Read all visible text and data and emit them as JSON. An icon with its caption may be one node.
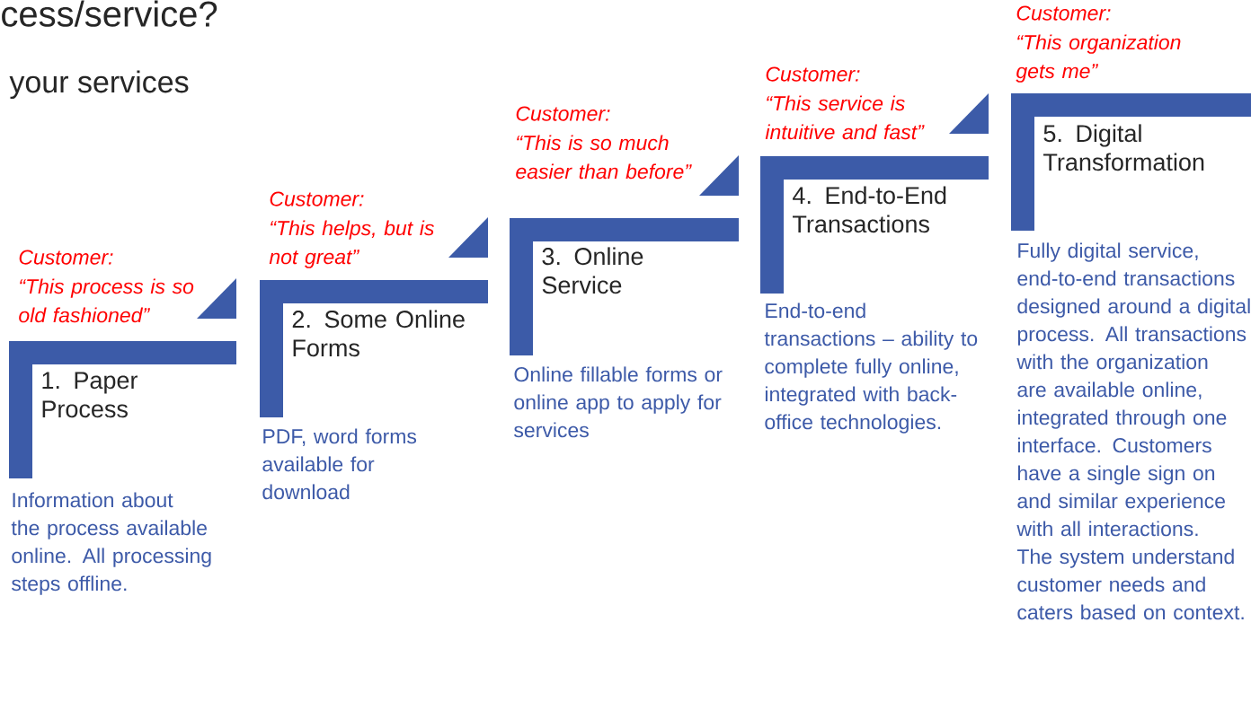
{
  "diagram": {
    "nodes": [
      {
        "text": [
          "1. Paper Process"
        ],
        "beside": [
          "Information about the process available online. All processing steps offline."
        ]
      },
      {
        "text": [
          "2. Some Online Forms"
        ],
        "beside": [
          "PDF, word forms available for download"
        ]
      },
      {
        "text": [
          "3. Online Service"
        ],
        "beside": [
          "Online fillable forms or online app to apply for services"
        ]
      },
      {
        "text": [
          "4. End-to-End Transactions"
        ],
        "beside": [
          "End-to-end transactions – ability to complete fully online, integrated with back-office technologies."
        ]
      },
      {
        "text": [
          "5. Digital Transformation"
        ],
        "beside": [
          "Fully digital service, end-to-end transactions designed around a digital process. All transactions with the organization are available online, integrated through one interface. Customers have a single sign on and similar experience with all interactions. The system understand customer needs and caters based on context."
        ]
      }
    ],
    "labels": [
      "cess/service?",
      "your services",
      "Customer:",
      "“This organization gets me”",
      "Customer:",
      "“This service is intuitive and fast”",
      "Customer:",
      "“This is so much easier than before”",
      "Customer:",
      "“This helps, but is not great”",
      "Customer:",
      "“This process is so old fashioned”"
    ]
  }
}
